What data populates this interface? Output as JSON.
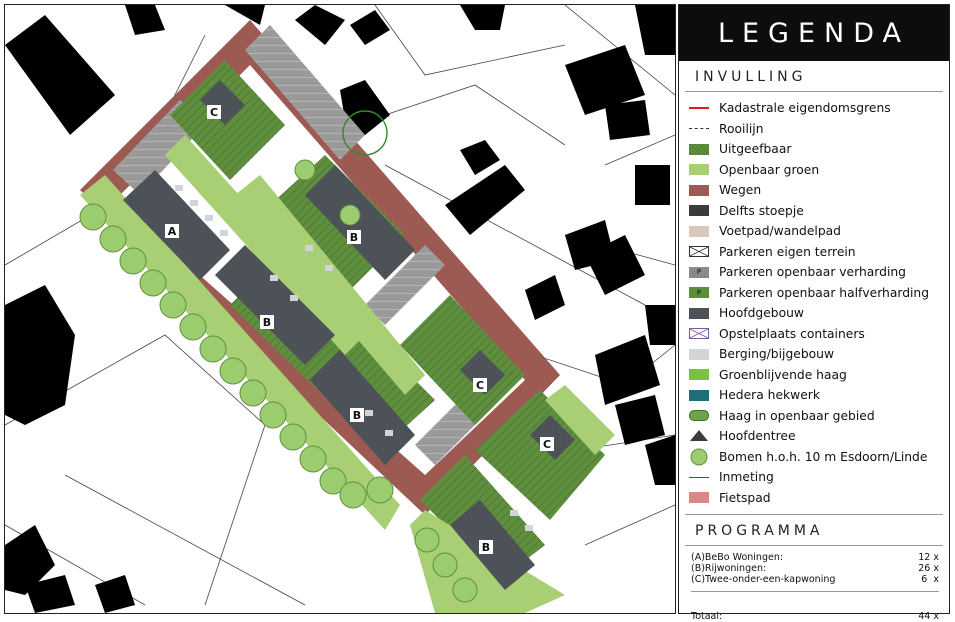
{
  "legend": {
    "title": "LEGENDA",
    "section_invulling": "INVULLING",
    "items": [
      {
        "label": "Kadastrale eigendomsgrens",
        "swatch": "line-red",
        "color": "#e11b1b"
      },
      {
        "label": "Rooilijn",
        "swatch": "line-dash",
        "color": "#333333"
      },
      {
        "label": "Uitgeefbaar",
        "swatch": "hatch-green",
        "color": "#5f8f3e"
      },
      {
        "label": "Openbaar groen",
        "swatch": "fill",
        "color": "#a9cf74"
      },
      {
        "label": "Wegen",
        "swatch": "fill",
        "color": "#9c5a53"
      },
      {
        "label": "Delfts stoepje",
        "swatch": "fill",
        "color": "#3b3b3b"
      },
      {
        "label": "Voetpad/wandelpad",
        "swatch": "fill",
        "color": "#d9c9b9"
      },
      {
        "label": "Parkeren eigen terrein",
        "swatch": "cross-white",
        "color": "#ffffff"
      },
      {
        "label": "Parkeren openbaar verharding",
        "swatch": "p-grey",
        "color": "#8a8a8a"
      },
      {
        "label": "Parkeren openbaar halfverharding",
        "swatch": "p-green",
        "color": "#5d8f3a"
      },
      {
        "label": "Hoofdgebouw",
        "swatch": "fill",
        "color": "#4c5257"
      },
      {
        "label": "Opstelplaats containers",
        "swatch": "cross-purple",
        "color": "#ffffff"
      },
      {
        "label": "Berging/bijgebouw",
        "swatch": "fill",
        "color": "#d1d5d8"
      },
      {
        "label": "Groenblijvende haag",
        "swatch": "fill",
        "color": "#79c043"
      },
      {
        "label": "Hedera hekwerk",
        "swatch": "fill",
        "color": "#1f6f7a"
      },
      {
        "label": "Haag in openbaar gebied",
        "swatch": "hedge",
        "color": "#6da34a"
      },
      {
        "label": "Hoofdentree",
        "swatch": "triangle",
        "color": "#3c3c3c"
      },
      {
        "label": "Bomen h.o.h. 10 m Esdoorn/Linde",
        "swatch": "tree",
        "color": "#9bcc6e"
      },
      {
        "label": "Inmeting",
        "swatch": "line-blue",
        "color": "#3a4f9c"
      },
      {
        "label": "Fietspad",
        "swatch": "fill",
        "color": "#d98888"
      }
    ],
    "section_programma": "PROGRAMMA",
    "programma": [
      {
        "label": "(A)BeBo Woningen:",
        "count": "12 x"
      },
      {
        "label": "(B)Rijwoningen:",
        "count": "26 x"
      },
      {
        "label": "(C)Twee-onder-een-kapwoning",
        "count": "6  x"
      }
    ],
    "total_label": "Totaal:",
    "total_count": "44 x"
  },
  "map": {
    "block_labels": [
      "A",
      "B",
      "B",
      "B",
      "B",
      "C",
      "C",
      "C"
    ],
    "colors": {
      "road": "#9c5a53",
      "building_new": "#4c5257",
      "building_existing": "#000000",
      "green_private": "#5f8f3e",
      "green_public": "#a9cf74",
      "tree": "#9bcc6e",
      "parking": "#8a8a8a"
    }
  }
}
